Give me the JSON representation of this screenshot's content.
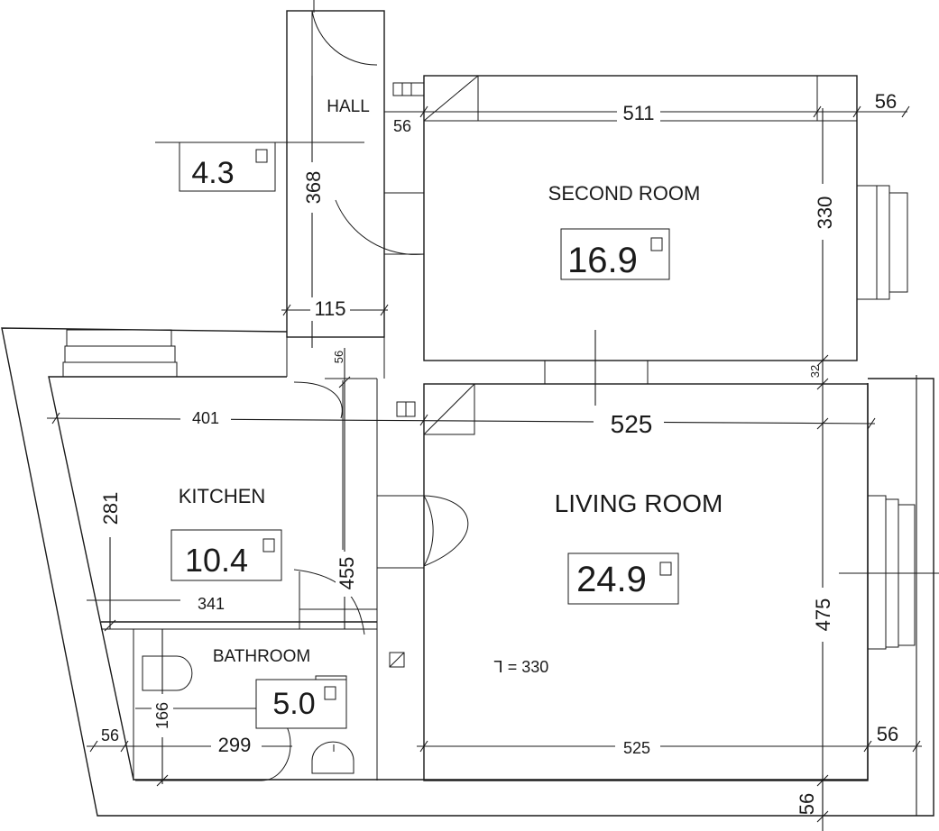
{
  "rooms": {
    "hall": {
      "label": "HALL",
      "area": "4.3"
    },
    "second": {
      "label": "SECOND ROOM",
      "area": "16.9"
    },
    "kitchen": {
      "label": "KITCHEN",
      "area": "10.4"
    },
    "bathroom": {
      "label": "BATHROOM",
      "area": "5.0"
    },
    "living": {
      "label": "LIVING ROOM",
      "area": "24.9"
    }
  },
  "dimensions": {
    "hall_width": "115",
    "hall_height": "368",
    "hall_wall": "56",
    "second_width": "511",
    "second_height": "330",
    "second_wall_right": "56",
    "partition": "32",
    "kitchen_wall": "56",
    "kitchen_width": "401",
    "kitchen_height": "281",
    "kitchen_inner_width": "341",
    "kitchen_depth": "455",
    "living_width_top": "525",
    "living_height": "475",
    "living_width_bottom": "525",
    "living_wall_right": "56",
    "bathroom_width": "299",
    "bathroom_height": "166",
    "outer_wall_left": "56",
    "outer_wall_bottom": "56"
  },
  "ceiling_height_note": "⅂ = 330"
}
